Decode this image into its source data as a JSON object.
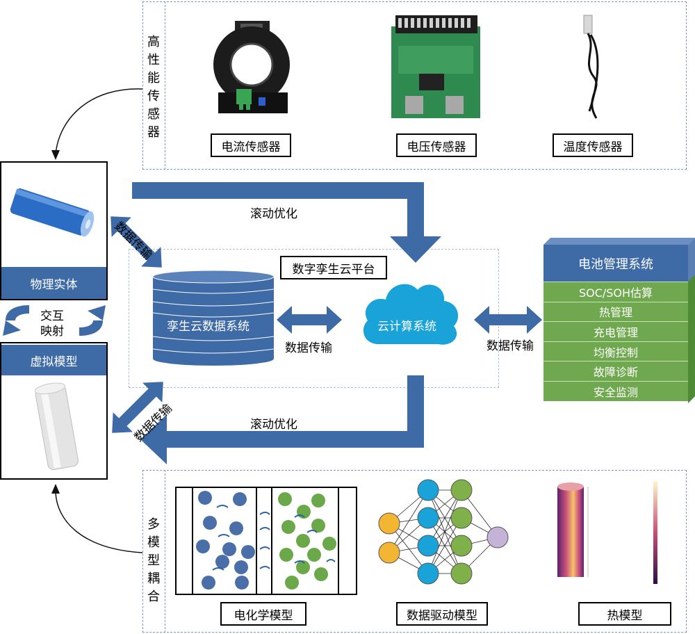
{
  "sensors": {
    "group_label": "高性能传感器",
    "current": "电流传感器",
    "voltage": "电压传感器",
    "temperature": "温度传感器"
  },
  "physical": {
    "label": "物理实体"
  },
  "virtual": {
    "label": "虚拟模型"
  },
  "mapping": {
    "line1": "交互",
    "line2": "映射"
  },
  "platform": {
    "title": "数字孪生云平台",
    "twin_db": "孪生云数据系统",
    "cloud": "云计算系统"
  },
  "arrows": {
    "rolling_top": "滚动优化",
    "rolling_bottom": "滚动优化",
    "data_upper_left": "数据传输",
    "data_lower_left": "数据传输",
    "data_middle": "数据传输",
    "data_right": "数据传输"
  },
  "bms": {
    "title": "电池管理系统",
    "items": [
      "SOC/SOH估算",
      "热管理",
      "充电管理",
      "均衡控制",
      "故障诊断",
      "安全监测"
    ]
  },
  "models": {
    "group_label": "多模型耦合",
    "electrochemical": "电化学模型",
    "data_driven": "数据驱动模型",
    "thermal": "热模型"
  },
  "colors": {
    "accent_blue": "#3e6aa6",
    "bms_green": "#70a84f",
    "node_blue": "#1aa3d9",
    "node_green": "#7fb04a",
    "node_yellow": "#f2b632",
    "node_purple": "#c4b3d6"
  }
}
